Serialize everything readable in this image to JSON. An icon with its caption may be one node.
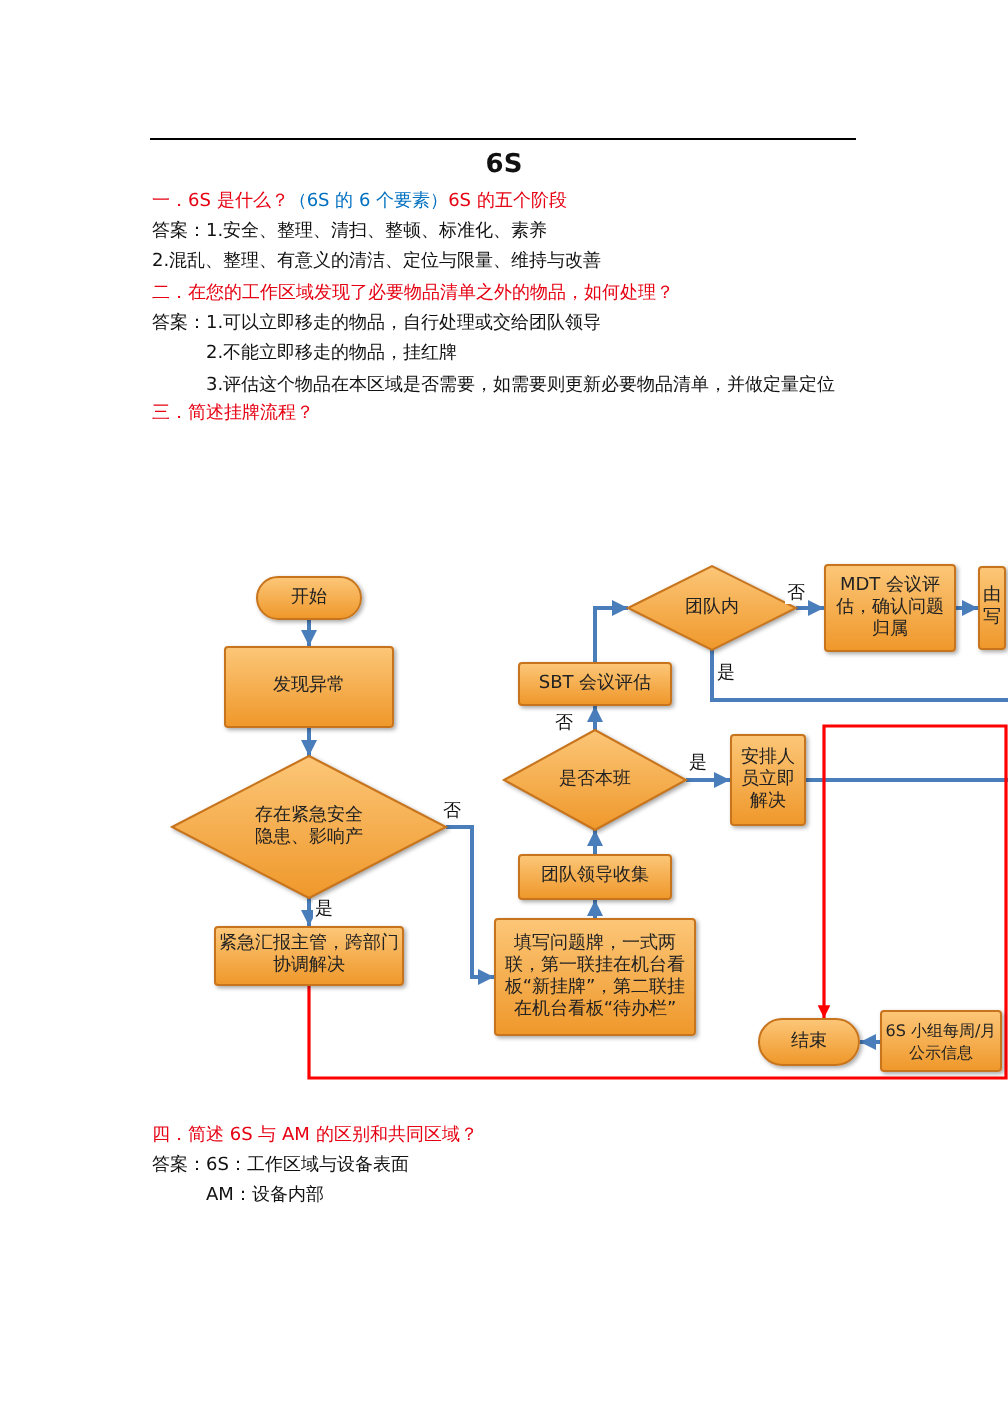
{
  "diagram": {
    "title": "6S",
    "nodes": [
      {
        "text": [
          "开始"
        ]
      },
      {
        "text": [
          "团队内"
        ]
      },
      {
        "text": [
          "MDT 会议评估，确认问题归属"
        ]
      },
      {
        "text": [
          "由写"
        ]
      },
      {
        "text": [
          "发现异常"
        ]
      },
      {
        "text": [
          "SBT 会议评估"
        ]
      },
      {
        "text": [
          "是否本班"
        ]
      },
      {
        "text": [
          "安排人员立即解决"
        ]
      },
      {
        "text": [
          "存在紧急安全隐患、影响产"
        ]
      },
      {
        "text": [
          "团队领导收集"
        ]
      },
      {
        "text": [
          "紧急汇报主管，跨部门协调解决"
        ]
      },
      {
        "text": [
          "填写问题牌，一式两联，第一联挂在机台看板“新挂牌”，第二联挂在机台看板“待办栏”"
        ]
      },
      {
        "text": [
          "结束"
        ]
      },
      {
        "text": [
          "6S 小组每周/月公示信息"
        ]
      }
    ],
    "edges": [
      {
        "from": 0,
        "to": 4,
        "arrow": "to"
      },
      {
        "from": 4,
        "to": 8,
        "arrow": "to"
      },
      {
        "from": 8,
        "to": 10,
        "arrow": "to",
        "label": "是"
      },
      {
        "from": 8,
        "to": 11,
        "arrow": "to",
        "label": "否"
      },
      {
        "from": 11,
        "to": 9,
        "arrow": "to"
      },
      {
        "from": 9,
        "to": 6,
        "arrow": "to"
      },
      {
        "from": 6,
        "to": 5,
        "arrow": "to",
        "label": "否"
      },
      {
        "from": 6,
        "to": 7,
        "arrow": "to",
        "label": "是"
      },
      {
        "from": 5,
        "to": 1,
        "arrow": "to"
      },
      {
        "from": 1,
        "to": 2,
        "arrow": "to",
        "label": "否"
      },
      {
        "from": 2,
        "to": 3,
        "arrow": "to"
      },
      {
        "from": 1,
        "to": null,
        "arrow": "none",
        "label": "是"
      },
      {
        "from": 7,
        "to": null,
        "arrow": "none"
      },
      {
        "from": 10,
        "to": 12,
        "arrow": "to",
        "color": "#ff0000"
      },
      {
        "from": 13,
        "to": 12,
        "arrow": "to"
      }
    ],
    "labels": [
      "一．6S 是什么？",
      "（6S 的 6 个要素）",
      "6S 的五个阶段",
      "答案：1.安全、整理、清扫、整顿、标准化、素养",
      "2.混乱、整理、有意义的清洁、定位与限量、维持与改善",
      "二．在您的工作区域发现了必要物品清单之外的物品，如何处理？",
      "答案：1.可以立即移走的物品，自行处理或交给团队领导",
      "2.不能立即移走的物品，挂红牌",
      "3.评估这个物品在本区域是否需要，如需要则更新必要物品清单，并做定量定位",
      "三．简述挂牌流程？",
      "四．简述 6S 与 AM 的区别和共同区域？",
      "答案：6S：工作区域与设备表面",
      "AM：设备内部"
    ]
  }
}
